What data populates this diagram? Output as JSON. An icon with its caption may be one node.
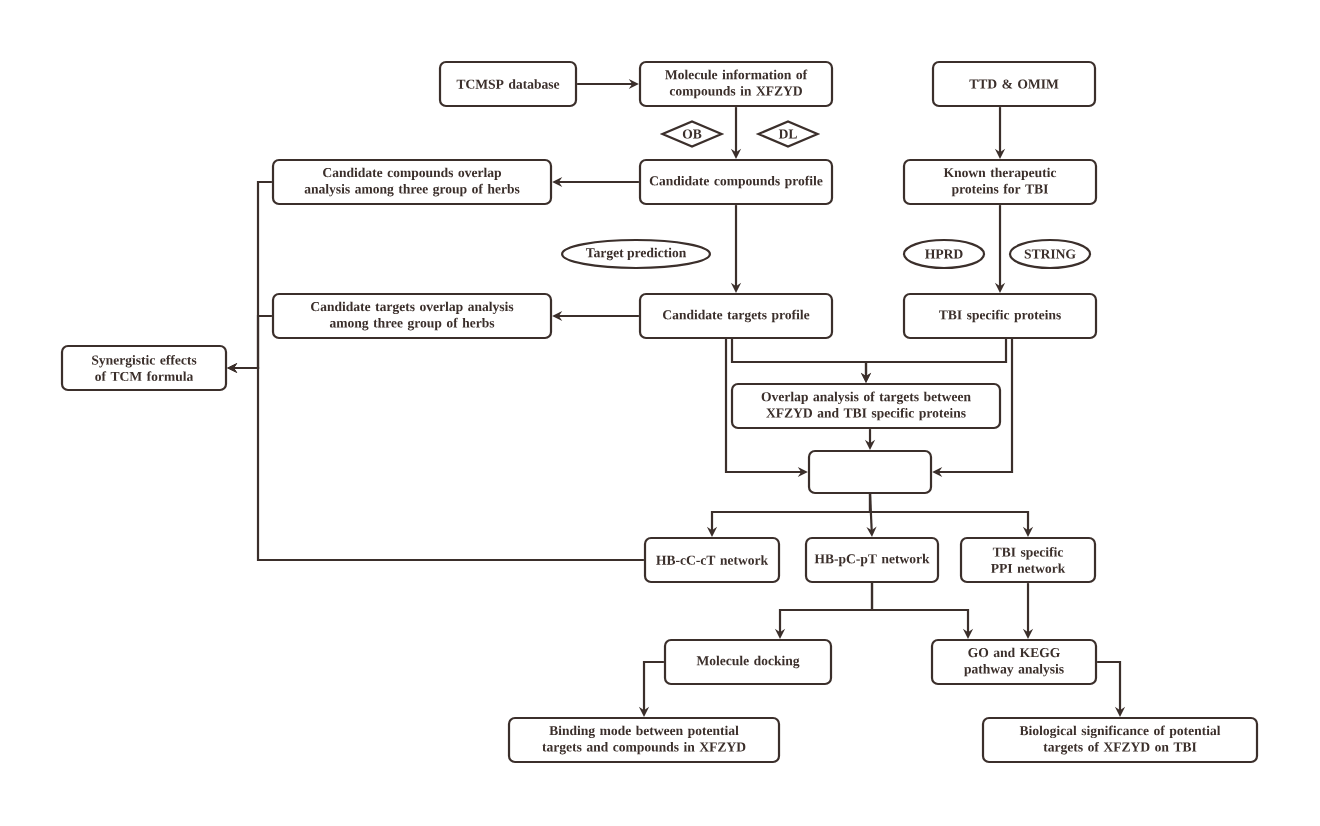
{
  "diagram": {
    "nodes": [
      {
        "text": [
          "TCMSP database"
        ]
      },
      {
        "text": [
          "Molecule information of compounds in XFZYD"
        ]
      },
      {
        "text": [
          "OB"
        ]
      },
      {
        "text": [
          "DL"
        ]
      },
      {
        "text": [
          "TTD & OMIM"
        ]
      },
      {
        "text": [
          "Candidate compounds profile"
        ]
      },
      {
        "text": [
          "Known therapeutic proteins for TBI"
        ]
      },
      {
        "text": [
          "Candidate compounds overlap analysis among three group of herbs"
        ]
      },
      {
        "text": [
          "Target prediction"
        ]
      },
      {
        "text": [
          "HPRD"
        ]
      },
      {
        "text": [
          "STRING"
        ]
      },
      {
        "text": [
          "Candidate targets profile"
        ]
      },
      {
        "text": [
          "TBI specific proteins"
        ]
      },
      {
        "text": [
          "Candidate targets overlap analysis among three group of herbs"
        ]
      },
      {
        "text": [
          "Synergistic effects of TCM formula"
        ]
      },
      {
        "text": [
          "Overlap analysis of targets between XFZYD and TBI specific proteins"
        ]
      },
      {
        "text": [],
        "shape": "box"
      },
      {
        "text": [
          "HB-cC-cT network"
        ]
      },
      {
        "text": [
          "HB-pC-pT network"
        ]
      },
      {
        "text": [
          "TBI specific PPI network"
        ]
      },
      {
        "text": [
          "Molecule docking"
        ]
      },
      {
        "text": [
          "GO and KEGG pathway analysis"
        ]
      },
      {
        "text": [
          "Binding mode between potential targets and compounds in XFZYD"
        ]
      },
      {
        "text": [
          "Biological significance of potential targets of XFZYD on TBI"
        ]
      }
    ],
    "edges": [
      {
        "from": 0,
        "to": 1,
        "arrow": "to"
      },
      {
        "from": 1,
        "to": 5,
        "arrow": "to"
      },
      {
        "from": 4,
        "to": 6,
        "arrow": "to"
      },
      {
        "from": 5,
        "to": 7,
        "arrow": "to"
      },
      {
        "from": 5,
        "to": 11,
        "arrow": "to"
      },
      {
        "from": 6,
        "to": 12,
        "arrow": "to"
      },
      {
        "from": 11,
        "to": 13,
        "arrow": "to"
      },
      {
        "from": 11,
        "to": 15,
        "arrow": "to"
      },
      {
        "from": 12,
        "to": 15,
        "arrow": "to"
      },
      {
        "from": 11,
        "to": 16,
        "arrow": "to"
      },
      {
        "from": 12,
        "to": 16,
        "arrow": "to"
      },
      {
        "from": 15,
        "to": 16,
        "arrow": "to"
      },
      {
        "from": 16,
        "to": 17,
        "arrow": "to"
      },
      {
        "from": 16,
        "to": 18,
        "arrow": "to"
      },
      {
        "from": 16,
        "to": 19,
        "arrow": "to"
      },
      {
        "from": 7,
        "to": 14,
        "arrow": "to"
      },
      {
        "from": 13,
        "to": 14,
        "arrow": "to"
      },
      {
        "from": 17,
        "to": 14,
        "arrow": "to"
      },
      {
        "from": 18,
        "to": 20,
        "arrow": "to"
      },
      {
        "from": 18,
        "to": 21,
        "arrow": "to"
      },
      {
        "from": 19,
        "to": 21,
        "arrow": "to"
      },
      {
        "from": 20,
        "to": 22,
        "arrow": "to"
      },
      {
        "from": 21,
        "to": 23,
        "arrow": "to"
      }
    ]
  }
}
